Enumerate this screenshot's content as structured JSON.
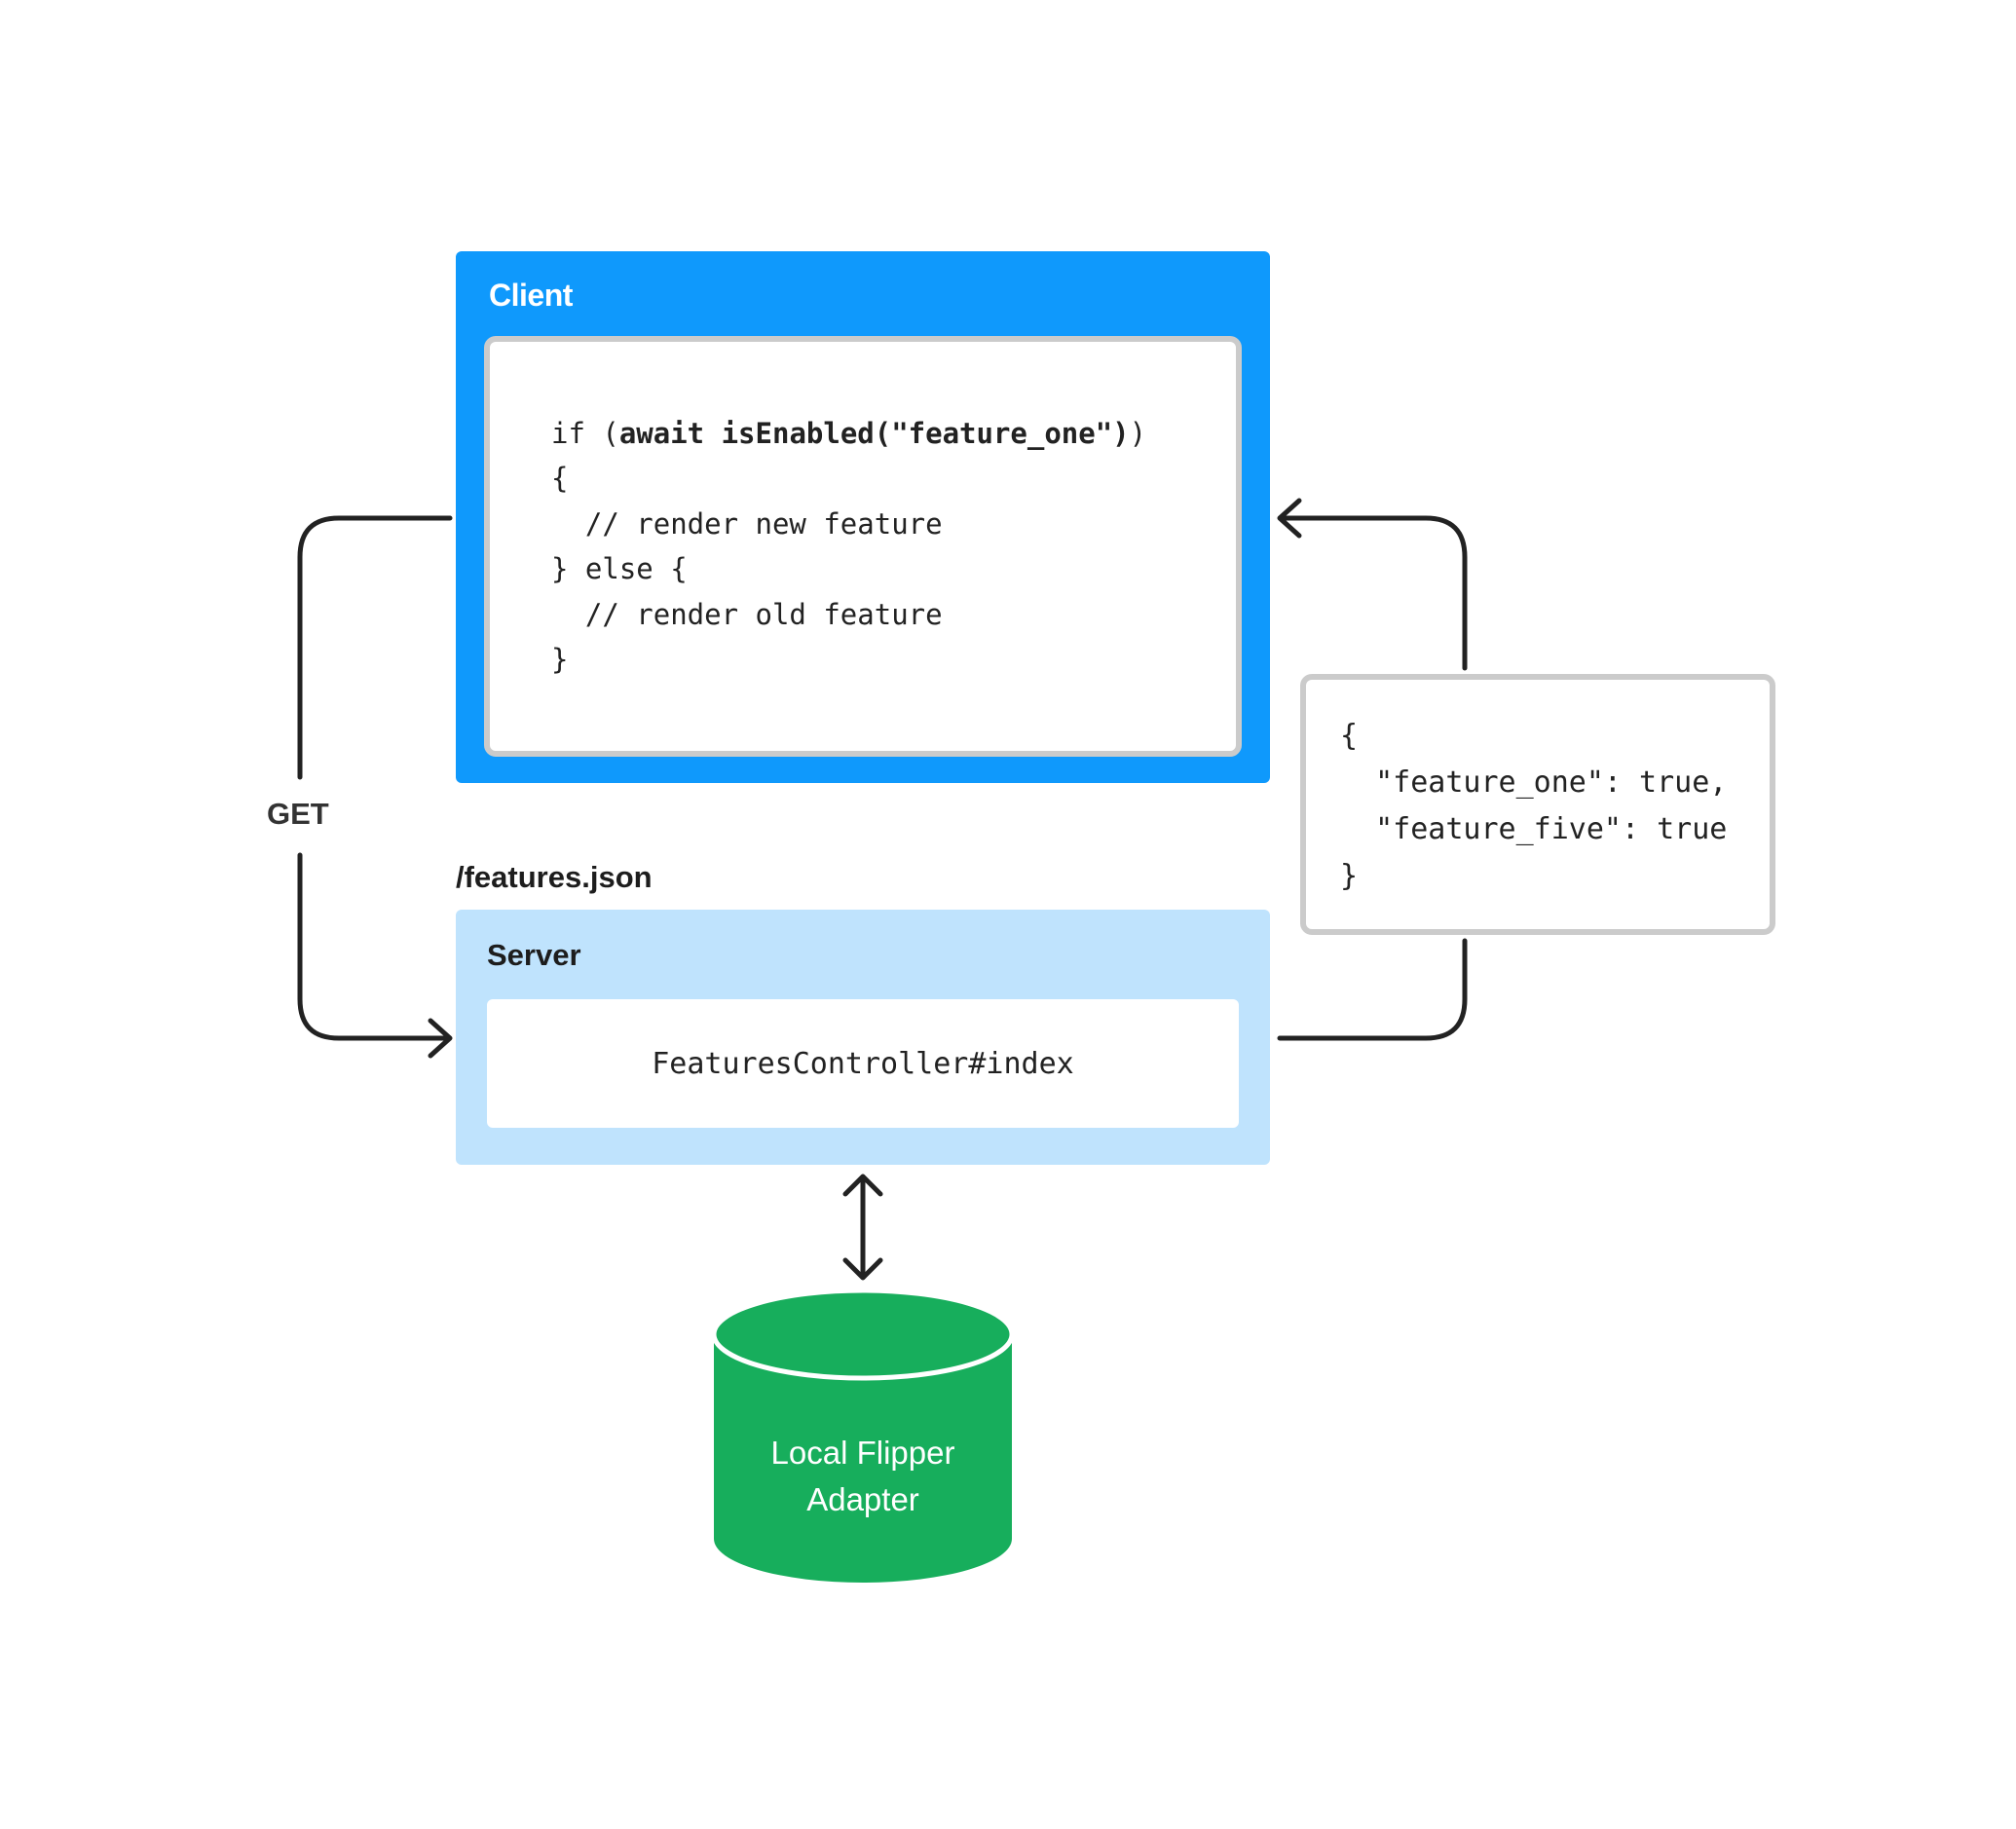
{
  "client": {
    "title": "Client",
    "code": {
      "line1_pre": "if (",
      "line1_bold": "await isEnabled(\"feature_one\")",
      "line1_post": ")",
      "line2": "{",
      "line3": "  // render new feature",
      "line4": "} else {",
      "line5": "  // render old feature",
      "line6": "}"
    }
  },
  "request": {
    "method": "GET",
    "endpoint": "/features.json"
  },
  "server": {
    "title": "Server",
    "controller": "FeaturesController#index"
  },
  "response": {
    "line1": "{",
    "line2": "  \"feature_one\": true,",
    "line3": "  \"feature_five\": true",
    "line4": "}"
  },
  "database": {
    "line1": "Local Flipper",
    "line2": "Adapter"
  },
  "colors": {
    "client": "#0f99fc",
    "server": "#bfe3fd",
    "database": "#17ae5c",
    "border": "#cbcbcb",
    "line": "#222222"
  }
}
